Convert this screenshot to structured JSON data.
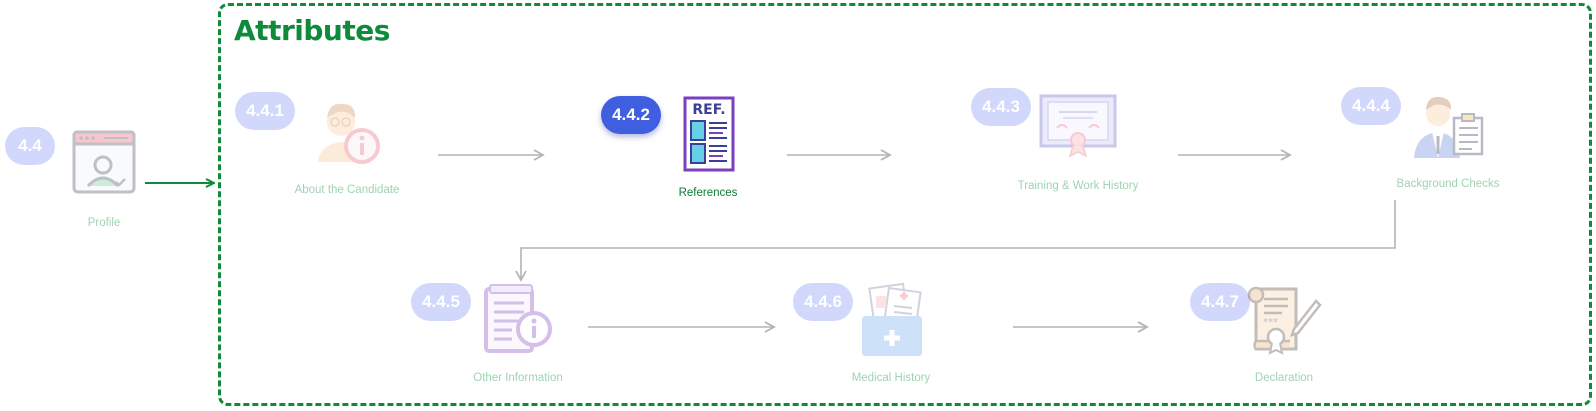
{
  "frame": {
    "title": "Attributes",
    "border_color": "#0e8a3a"
  },
  "parent": {
    "badge": "4.4",
    "label": "Profile",
    "icon": "profile-window-icon"
  },
  "steps": [
    {
      "badge": "4.4.1",
      "label": "About the Candidate",
      "icon": "candidate-info-icon",
      "active": false
    },
    {
      "badge": "4.4.2",
      "label": "References",
      "icon": "reference-document-icon",
      "active": true
    },
    {
      "badge": "4.4.3",
      "label": "Training & Work History",
      "icon": "certificate-icon",
      "active": false
    },
    {
      "badge": "4.4.4",
      "label": "Background Checks",
      "icon": "person-clipboard-icon",
      "active": false
    },
    {
      "badge": "4.4.5",
      "label": "Other Information",
      "icon": "document-info-icon",
      "active": false
    },
    {
      "badge": "4.4.6",
      "label": "Medical History",
      "icon": "medical-folder-icon",
      "active": false
    },
    {
      "badge": "4.4.7",
      "label": "Declaration",
      "icon": "scroll-pen-icon",
      "active": false
    }
  ],
  "colors": {
    "active_badge": "#3f5ee0",
    "inactive_badge": "#d2d8fb",
    "active_label": "#0e7a35"
  }
}
